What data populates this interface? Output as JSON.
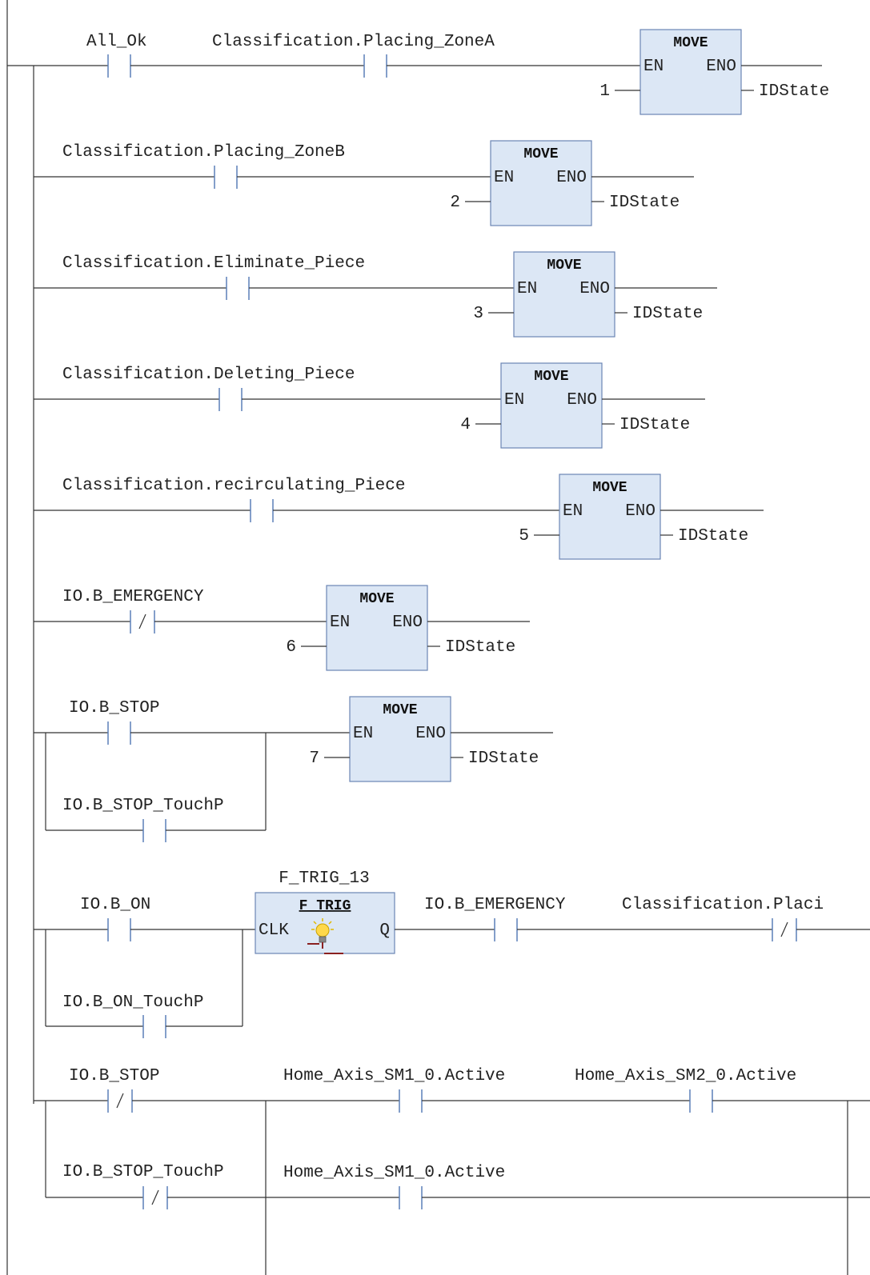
{
  "networks": [
    {
      "contacts": [
        {
          "label": "All_Ok",
          "negated": false
        },
        {
          "label": "Classification.Placing_ZoneA",
          "negated": false
        }
      ],
      "block": {
        "type": "MOVE",
        "in": "EN",
        "out": "ENO",
        "value": "1",
        "target": "IDState"
      }
    },
    {
      "contacts": [
        {
          "label": "Classification.Placing_ZoneB",
          "negated": false
        }
      ],
      "block": {
        "type": "MOVE",
        "in": "EN",
        "out": "ENO",
        "value": "2",
        "target": "IDState"
      }
    },
    {
      "contacts": [
        {
          "label": "Classification.Eliminate_Piece",
          "negated": false
        }
      ],
      "block": {
        "type": "MOVE",
        "in": "EN",
        "out": "ENO",
        "value": "3",
        "target": "IDState"
      }
    },
    {
      "contacts": [
        {
          "label": "Classification.Deleting_Piece",
          "negated": false
        }
      ],
      "block": {
        "type": "MOVE",
        "in": "EN",
        "out": "ENO",
        "value": "4",
        "target": "IDState"
      }
    },
    {
      "contacts": [
        {
          "label": "Classification.recirculating_Piece",
          "negated": false
        }
      ],
      "block": {
        "type": "MOVE",
        "in": "EN",
        "out": "ENO",
        "value": "5",
        "target": "IDState"
      }
    },
    {
      "contacts": [
        {
          "label": "IO.B_EMERGENCY",
          "negated": true
        }
      ],
      "block": {
        "type": "MOVE",
        "in": "EN",
        "out": "ENO",
        "value": "6",
        "target": "IDState"
      }
    },
    {
      "contacts": [
        {
          "label": "IO.B_STOP",
          "negated": false
        },
        {
          "label": "IO.B_STOP_TouchP",
          "negated": false
        }
      ],
      "block": {
        "type": "MOVE",
        "in": "EN",
        "out": "ENO",
        "value": "7",
        "target": "IDState"
      }
    },
    {
      "contacts": [
        {
          "label": "IO.B_ON",
          "negated": false
        },
        {
          "label": "IO.B_ON_TouchP",
          "negated": false
        },
        {
          "label": "IO.B_EMERGENCY",
          "negated": false
        },
        {
          "label": "Classification.Placi",
          "negated": true
        }
      ],
      "block": {
        "type": "F_TRIG",
        "instance": "F_TRIG_13",
        "in": "CLK",
        "out": "Q"
      }
    },
    {
      "contacts": [
        {
          "label": "IO.B_STOP",
          "negated": true
        },
        {
          "label": "IO.B_STOP_TouchP",
          "negated": true
        },
        {
          "label": "Home_Axis_SM1_0.Active",
          "negated": false
        },
        {
          "label": "Home_Axis_SM2_0.Active",
          "negated": false
        },
        {
          "label": "Home_Axis_SM1_0.Active",
          "negated": false
        }
      ]
    }
  ],
  "colors": {
    "block_fill": "#dce7f5",
    "block_border": "#6b86b3",
    "contact_bar": "#5a7fb8",
    "wire": "#333333",
    "lamp": "#ffd84a",
    "lamp_base": "#8a2020"
  }
}
